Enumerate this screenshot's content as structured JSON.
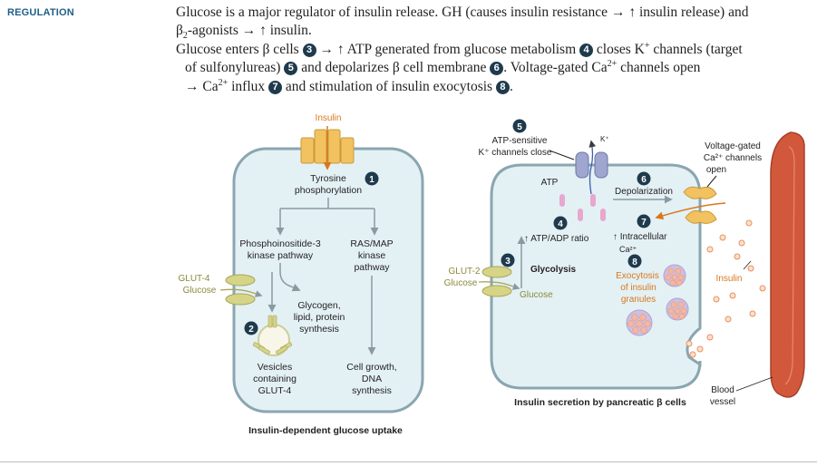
{
  "section_label": "REGULATION",
  "text": {
    "p1_a": "Glucose is a major regulator of insulin release. GH (causes insulin resistance",
    "p1_arrow1": "→ ↑",
    "p1_b": "insulin release) and",
    "p1_c_beta": "β",
    "p1_c_sub": "2",
    "p1_c": "-agonists",
    "p1_arrow2": "→ ↑",
    "p1_d": "insulin.",
    "p2_a": "Glucose enters β cells",
    "p2_n3": "3",
    "p2_b": "→ ↑ ATP generated from glucose metabolism",
    "p2_n4": "4",
    "p2_c": "closes K",
    "p2_c_sup": "+",
    "p2_d": "channels (target",
    "p2_e": "of sulfonylureas)",
    "p2_n5": "5",
    "p2_f": "and depolarizes β cell membrane",
    "p2_n6": "6",
    "p2_g": ". Voltage-gated Ca",
    "p2_g_sup": "2+",
    "p2_h": "channels open",
    "p2_i": "→ Ca",
    "p2_i_sup": "2+",
    "p2_j": "influx",
    "p2_n7": "7",
    "p2_k": "and stimulation of insulin exocytosis",
    "p2_n8": "8",
    "p2_l": "."
  },
  "left_diagram": {
    "insulin": "Insulin",
    "tyrosine_1": "Tyrosine",
    "tyrosine_2": "phosphorylation",
    "n1": "1",
    "pi3k_1": "Phosphoinositide-3",
    "pi3k_2": "kinase pathway",
    "ras_1": "RAS/MAP",
    "ras_2": "kinase",
    "ras_3": "pathway",
    "glut4_1": "GLUT-4",
    "glut4_2": "Glucose",
    "glyco_1": "Glycogen,",
    "glyco_2": "lipid, protein",
    "glyco_3": "synthesis",
    "n2": "2",
    "ves_1": "Vesicles",
    "ves_2": "containing",
    "ves_3": "GLUT-4",
    "cg_1": "Cell growth,",
    "cg_2": "DNA",
    "cg_3": "synthesis",
    "caption": "Insulin-dependent glucose uptake"
  },
  "right_diagram": {
    "n5": "5",
    "katp_1": "ATP-sensitive",
    "katp_2": "K⁺ channels close",
    "kplus": "K⁺",
    "atp": "ATP",
    "n6": "6",
    "depol": "Depolarization",
    "vg_1": "Voltage-gated",
    "vg_2": "Ca²⁺ channels",
    "vg_3": "open",
    "n4": "4",
    "atp_ratio": "↑ ATP/ADP ratio",
    "n7": "7",
    "ica_1": "↑ Intracellular",
    "ica_2": "Ca²⁺",
    "n3": "3",
    "glut2_1": "GLUT-2",
    "glut2_2": "Glucose",
    "glycolysis": "Glycolysis",
    "glucose_in": "Glucose",
    "n8": "8",
    "exo_1": "Exocytosis",
    "exo_2": "of insulin",
    "exo_3": "granules",
    "insulin": "Insulin",
    "bv_1": "Blood",
    "bv_2": "vessel",
    "caption": "Insulin secretion by pancreatic β cells"
  },
  "colors": {
    "cell_fill": "#e3f1f5",
    "cell_stroke": "#8aa6b0",
    "arrow": "#8a9aa0",
    "badge": "#1f3a4d",
    "insulin_orange": "#d9771f",
    "receptor": "#f2c260",
    "glut": "#d6d486",
    "vessel": "#d2583c",
    "granule": "#f6b7a2",
    "granule_bg": "#cdbfe0",
    "k_channel": "#9fa6cf",
    "atp_pink": "#e7a7cf",
    "header_blue": "#1f5f88"
  }
}
